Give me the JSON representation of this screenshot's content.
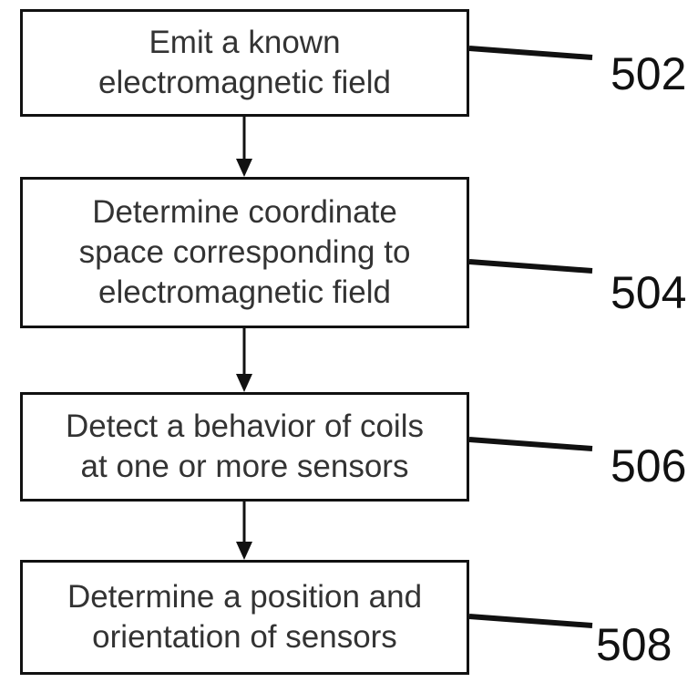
{
  "steps": [
    {
      "ref": "502",
      "lines": [
        "Emit a known",
        "electromagnetic field"
      ]
    },
    {
      "ref": "504",
      "lines": [
        "Determine coordinate",
        "space corresponding to",
        "electromagnetic field"
      ]
    },
    {
      "ref": "506",
      "lines": [
        "Detect a behavior of coils",
        "at one or more sensors"
      ]
    },
    {
      "ref": "508",
      "lines": [
        "Determine a position and",
        "orientation of sensors"
      ]
    }
  ],
  "colors": {
    "line": "#111111",
    "text": "#333333"
  }
}
